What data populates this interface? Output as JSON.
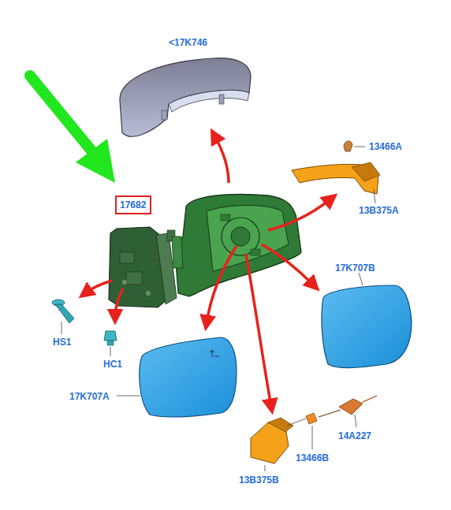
{
  "diagram": {
    "nodes": [
      {
        "text": [
          "17682"
        ]
      }
    ],
    "labels": [
      "<17K746",
      "13466A",
      "13B375A",
      "17K707B",
      "HS1",
      "HC1",
      "17K707A",
      "13B375B",
      "13466B",
      "14A227"
    ]
  }
}
